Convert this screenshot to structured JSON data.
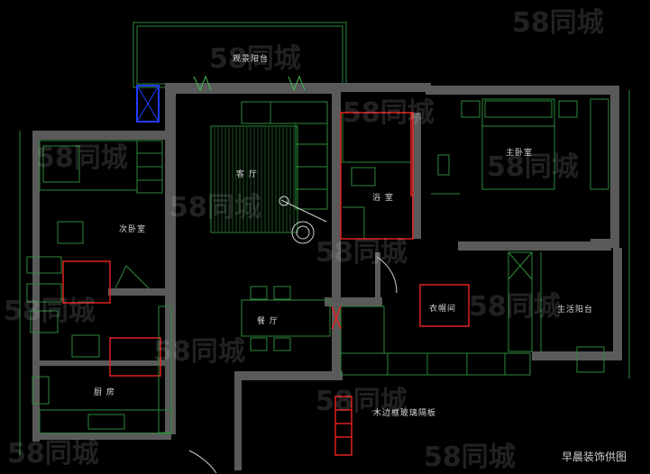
{
  "rooms": {
    "balcony_view": "观景阳台",
    "living_room": "客 厅",
    "master_bedroom": "主卧室",
    "second_bedroom": "次卧室",
    "bathroom": "浴 室",
    "dining_room": "餐 厅",
    "cloakroom": "衣帽间",
    "service_balcony": "生活阳台",
    "kitchen": "厨 房"
  },
  "annotations": {
    "partition": "木边框玻璃隔板"
  },
  "watermark": {
    "text": "58同城",
    "credit": "早晨装饰供图"
  },
  "colors": {
    "background": "#000000",
    "wall": "#5a5a5a",
    "furniture": "#2d8a3a",
    "highlight": "#e02020",
    "window": "#1f3cff"
  }
}
